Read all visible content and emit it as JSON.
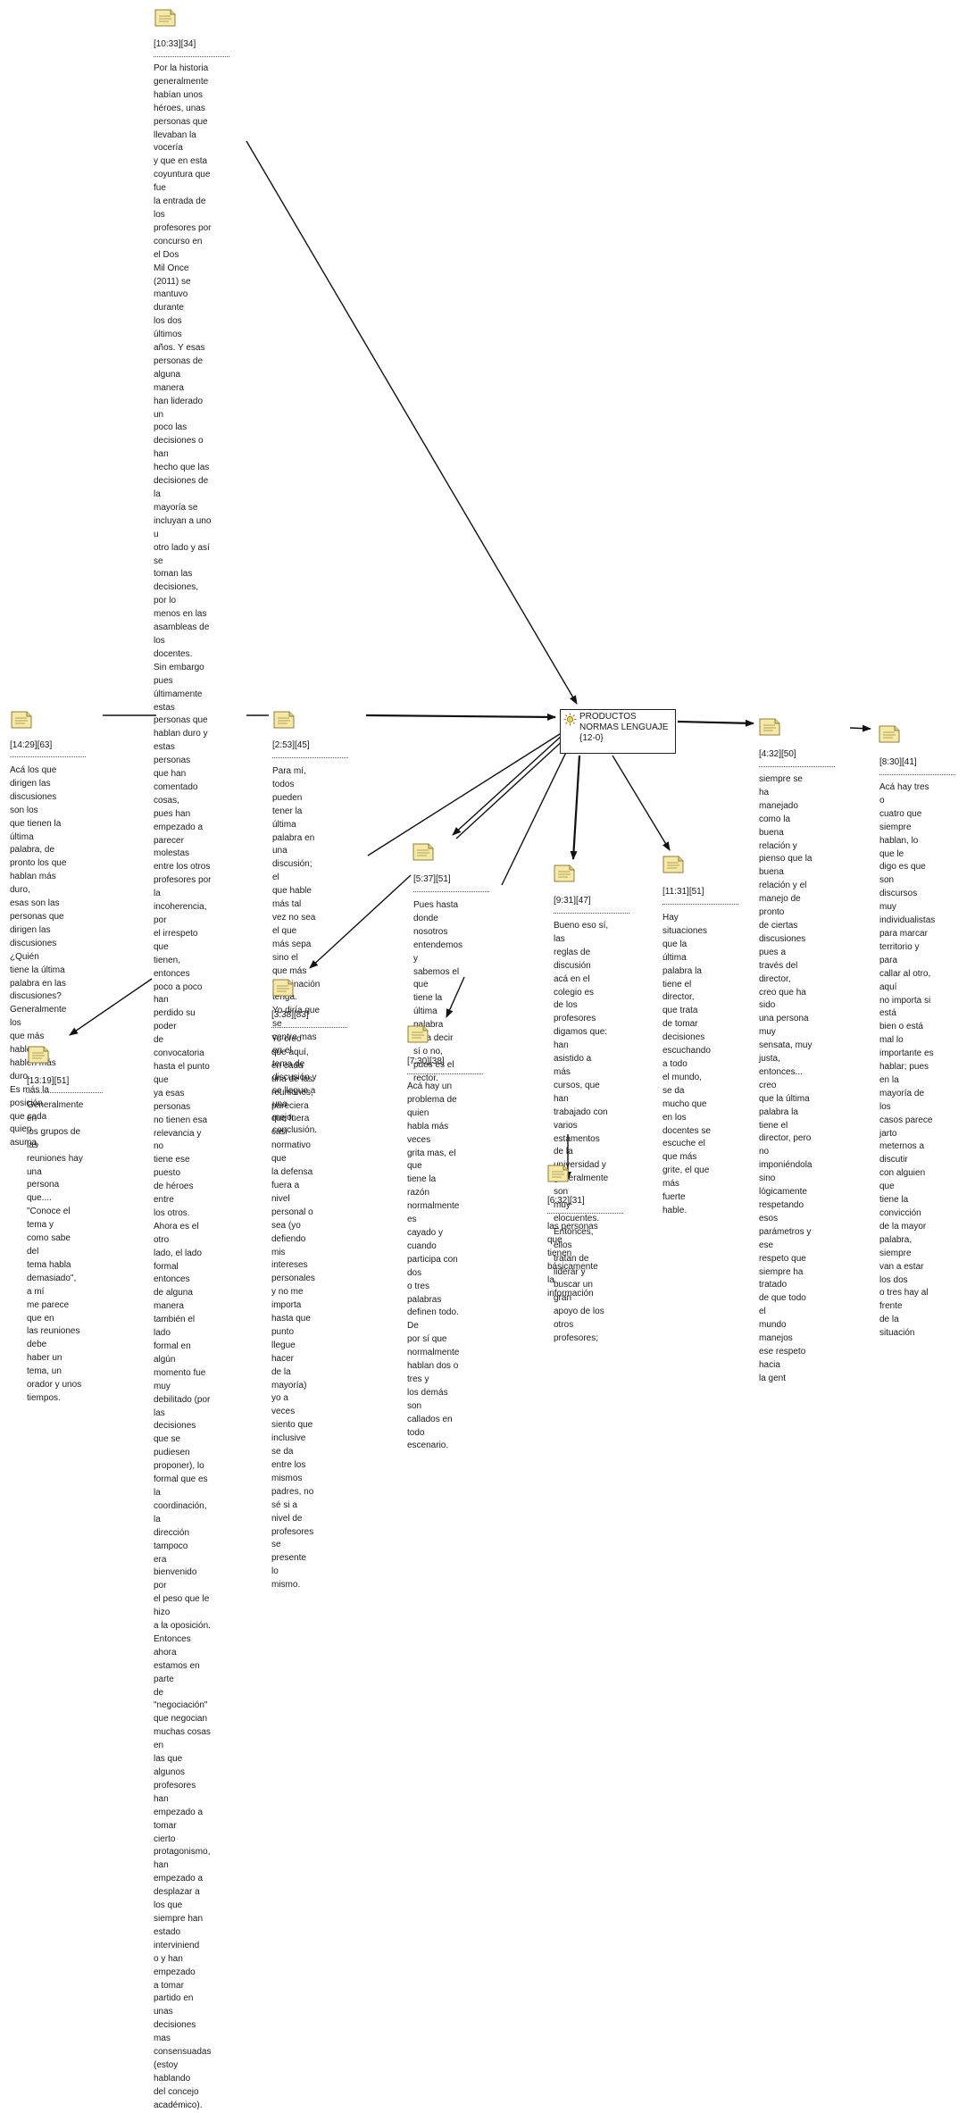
{
  "hub": {
    "line1": "PRODUCTOS",
    "line2": "NORMAS LENGUAJE",
    "line3": "{12-0}",
    "icon": "sun-icon"
  },
  "quotes": {
    "q10_33": {
      "id": "[10:33][34]",
      "text": "Por la historia\ngeneralmente\nhabían unos\nhéroes, unas\npersonas que\nllevaban la vocería\ny que en esta\ncoyuntura que fue\nla entrada de los\nprofesores por\nconcurso en el Dos\nMil Once (2011) se\nmantuvo durante\nlos dos últimos\naños. Y esas\npersonas de\nalguna manera\nhan liderado un\npoco las\ndecisiones o han\nhecho que las\ndecisiones de la\nmayoría se\nincluyan a uno u\notro lado y así se\ntoman las\ndecisiones, por lo\nmenos en las\nasambleas de los\ndocentes.\nSin embargo pues\núltimamente estas\npersonas que\nhablan duro y\nestas personas\nque han\ncomentado cosas,\npues han\nempezado a\nparecer molestas\nentre los otros\nprofesores por la\nincoherencia, por\nel irrespeto que\ntienen, entonces\npoco a poco han\nperdido su poder\nde convocatoria\nhasta el punto que\nya esas personas\nno tienen esa\nrelevancia y no\ntiene ese puesto\nde héroes entre\nlos otros.\nAhora es el otro\nlado, el lado\nformal entonces\nde alguna manera\ntambién el lado\nformal en algún\nmomento fue muy\ndebilitado (por las\ndecisiones que se\npudiesen\nproponer), lo\nformal que es la\ncoordinación, la\ndirección tampoco\nera bienvenido por\nel peso que le hizo\na la oposición.\nEntonces ahora\nestamos en parte\nde \"negociación\"\nque negocian\nmuchas cosas en\nlas que algunos\nprofesores han\nempezado a tomar\ncierto\nprotagonismo,\nhan empezado a\ndesplazar a los que\nsiempre han\nestado interviniend\no y han empezado\na tomar partido en\nunas decisiones\nmas consensuadas\n(estoy hablando\ndel concejo\nacadémico)."
    },
    "q14_29": {
      "id": "[14:29][63]",
      "text": "Acá los que\ndirigen las\ndiscusiones son los\nque tienen la\núltima palabra, de\npronto los que\nhablan más duro,\nesas son las\npersonas que\ndirigen las\ndiscusiones ¿Quién\ntiene la última\npalabra en las\ndiscusiones?\nGeneralmente los\nque más hablen y\nhablen más duro.\nEs más la posición\nque cada quien\nasuma."
    },
    "q13_19": {
      "id": "[13:19][51]",
      "text": "Generalmente en\nlos grupos de las\nreuniones hay una\npersona que....\n\"Conoce el tema y\ncomo sabe del\ntema habla\ndemasiado\", a mí\nme parece que en\nlas reuniones debe\nhaber un tema, un\norador y unos\ntiempos."
    },
    "q2_53": {
      "id": "[2:53][45]",
      "text": "Para mí, todos\npueden tener la\núltima palabra en\nuna discusión; el\nque hable más tal\nvez no sea el que\nmás sepa sino el\nque más\nimaginación tenga.\nYo diría que se\ncentre mas en el\ntema de discusión y\nse llegue a una\nmejor conclusión."
    },
    "q3_38": {
      "id": "[3:38][83]",
      "text": "Yo creo que aquí,\nen cada una de las\nreuniones,\npareciera que fuera\ncasi normativo que\nla defensa fuera a\nnivel personal o\nsea (yo defiendo\nmis intereses\npersonales y no me\nimporta hasta que\npunto llegue hacer\nde la mayoría) yo a\nveces siento que\ninclusive se da\nentre los mismos\npadres, no sé si a\nnivel de profesores\nse presente lo\nmismo."
    },
    "q5_37": {
      "id": "[5:37][51]",
      "text": "Pues hasta donde\nnosotros\nentendemos y\nsabemos el que\ntiene la última\npalabra para decir\nsí o no, pues es el\nrector."
    },
    "q7_30": {
      "id": "[7:30][38]",
      "text": "Acá hay un\nproblema de quien\nhabla más veces\ngrita mas, el que\ntiene la razón\nnormalmente es\ncayado y cuando\nparticipa con dos\no tres palabras\ndefinen todo. De\npor sí que\nnormalmente\nhablan dos o tres y\nlos demás son\ncallados en todo\nescenario."
    },
    "q9_31": {
      "id": "[9:31][47]",
      "text": "Bueno eso sí, las\nreglas de discusión\nacá en el colegio es\nde los profesores\ndigamos que: han\nasistido a más\ncursos, que han\ntrabajado con\nvarios estamentos\nde la universidad y\ngeneralmente son\nmuy elocuentes.\nEntonces, ellos\ntratan de liderar y\nbuscar un gran\napoyo de los otros\nprofesores;"
    },
    "q6_32": {
      "id": "[6:32][31]",
      "text": "las personas que\ntienen básicamente\nla información"
    },
    "q11_31": {
      "id": "[11:31][51]",
      "text": "Hay situaciones\nque la última\npalabra la tiene el\ndirector, que trata\nde tomar\ndecisiones\nescuchando a todo\nel mundo, se da\nmucho que en los\ndocentes se\nescuche el que más\ngrite, el que más\nfuerte hable."
    },
    "q4_32": {
      "id": "[4:32][50]",
      "text": "siempre se ha\nmanejado como la\nbuena relación y\npienso que la\nbuena relación y el\nmanejo de pronto\nde ciertas\ndiscusiones pues a\ntravés del director,\ncreo que ha sido\nuna persona muy\nsensata, muy justa,\nentonces... creo\nque la última\npalabra la tiene el\ndirector, pero no\nimponiéndola sino\nlógicamente\nrespetando esos\nparámetros y ese\nrespeto que\nsiempre ha tratado\nde que todo el\nmundo manejos\nese respeto hacia\nla gent"
    },
    "q8_30": {
      "id": "[8:30][41]",
      "text": "Acá hay tres o\ncuatro que siempre\nhablan, lo que le\ndigo es que son\ndiscursos muy\nindividualistas\npara marcar\nterritorio y para\ncallar al otro, aquí\nno importa si está\nbien o está mal lo\nimportante es\nhablar; pues en la\nmayoría de los\ncasos parece jarto\nmeternos a discutir\ncon alguien que\ntiene la convicción\nde la mayor\npalabra, siempre\nvan a estar los dos\no tres hay al frente\nde la situación"
    }
  }
}
